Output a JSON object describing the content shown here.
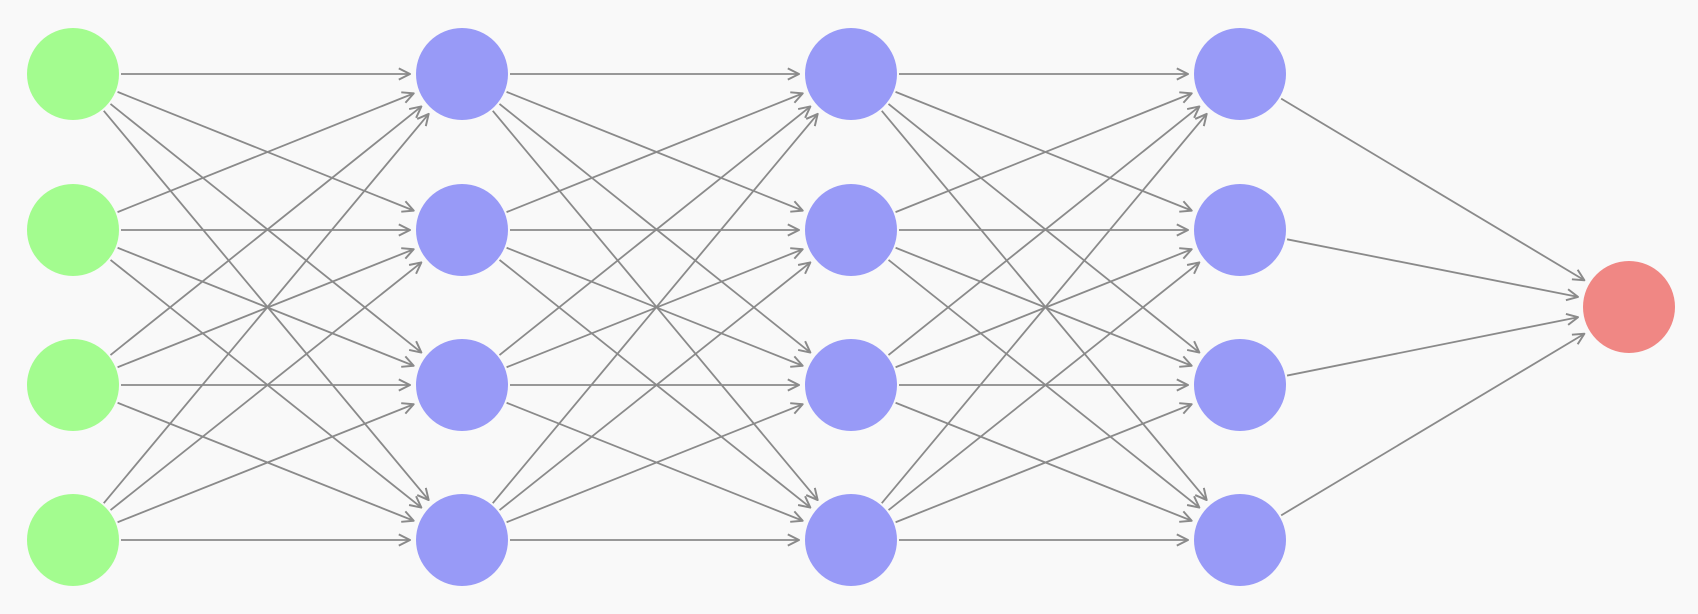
{
  "diagram": {
    "type": "feedforward-neural-network",
    "layers": [
      {
        "id": "input",
        "role": "input",
        "size": 4,
        "color": "#a3fc8f"
      },
      {
        "id": "hidden-1",
        "role": "hidden",
        "size": 4,
        "color": "#989af7"
      },
      {
        "id": "hidden-2",
        "role": "hidden",
        "size": 4,
        "color": "#989af7"
      },
      {
        "id": "hidden-3",
        "role": "hidden",
        "size": 4,
        "color": "#989af7"
      },
      {
        "id": "output",
        "role": "output",
        "size": 1,
        "color": "#f08784"
      }
    ],
    "connectivity": "fully-connected",
    "edge_color": "#8a8a8a",
    "arrowheads": true,
    "background": "#f9f9f9"
  }
}
